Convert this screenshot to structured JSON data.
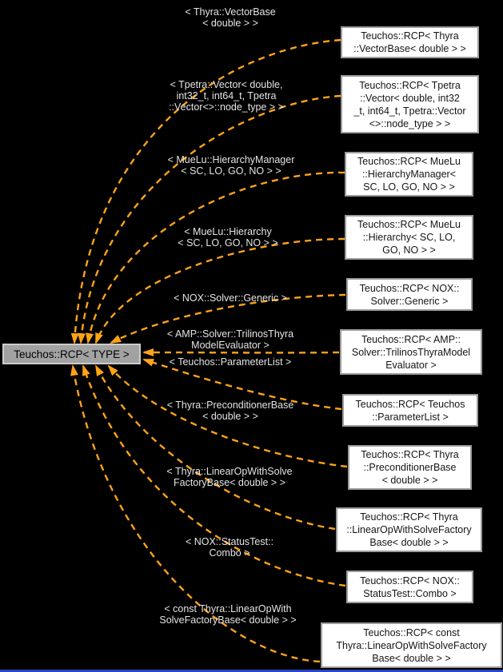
{
  "diagram": {
    "type": "template-instantiation-graph",
    "main_node": {
      "label": "Teuchos::RCP< TYPE >"
    },
    "instantiations": [
      {
        "label": "Teuchos::RCP< Thyra\n::VectorBase< double > >",
        "edge_label": "< Thyra::VectorBase\n< double > >"
      },
      {
        "label": "Teuchos::RCP< Tpetra\n::Vector< double, int32\n_t, int64_t, Tpetra::Vector\n<>::node_type > >",
        "edge_label": "< Tpetra::Vector< double,\nint32_t, int64_t, Tpetra\n::Vector<>::node_type > >"
      },
      {
        "label": "Teuchos::RCP< MueLu\n::HierarchyManager<\nSC, LO, GO, NO > >",
        "edge_label": "< MueLu::HierarchyManager\n< SC, LO, GO, NO > >"
      },
      {
        "label": "Teuchos::RCP< MueLu\n::Hierarchy< SC, LO,\nGO, NO > >",
        "edge_label": "< MueLu::Hierarchy\n< SC, LO, GO, NO > >"
      },
      {
        "label": "Teuchos::RCP< NOX::\nSolver::Generic >",
        "edge_label": "< NOX::Solver::Generic >"
      },
      {
        "label": "Teuchos::RCP< AMP::\nSolver::TrilinosThyraModel\nEvaluator >",
        "edge_label": "< AMP::Solver::TrilinosThyra\nModelEvaluator >"
      },
      {
        "label": "Teuchos::RCP< Teuchos\n::ParameterList >",
        "edge_label": "< Teuchos::ParameterList >"
      },
      {
        "label": "Teuchos::RCP< Thyra\n::PreconditionerBase\n< double > >",
        "edge_label": "< Thyra::PreconditionerBase\n< double > >"
      },
      {
        "label": "Teuchos::RCP< Thyra\n::LinearOpWithSolveFactory\nBase< double > >",
        "edge_label": "< Thyra::LinearOpWithSolve\nFactoryBase< double > >"
      },
      {
        "label": "Teuchos::RCP< NOX::\nStatusTest::Combo >",
        "edge_label": "< NOX::StatusTest::\nCombo >"
      },
      {
        "label": "Teuchos::RCP< const\nThyra::LinearOpWithSolveFactory\nBase< double > >",
        "edge_label": "< const Thyra::LinearOpWith\nSolveFactoryBase< double > >"
      }
    ],
    "colors": {
      "background": "#000000",
      "edge_orange": "#ffa318",
      "edge_label_text": "#e4e4e4",
      "node_fill": "#ffffff",
      "node_border": "#9c9c9c",
      "main_node_fill": "#a2a2a2",
      "main_node_border": "#cbcbcb",
      "bottom_bar_blue": "#2946c8"
    }
  }
}
